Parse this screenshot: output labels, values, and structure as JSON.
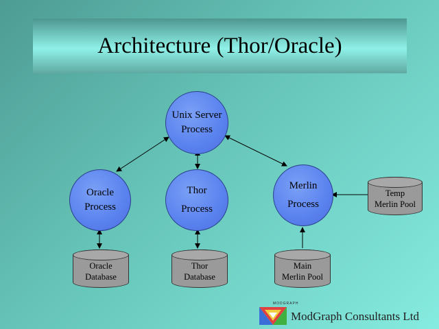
{
  "title": "Architecture (Thor/Oracle)",
  "nodes": {
    "unix": [
      "Unix Server",
      "Process"
    ],
    "oracle": [
      "Oracle",
      "Process"
    ],
    "thor": [
      "Thor",
      "Process"
    ],
    "merlin": [
      "Merlin",
      "Process"
    ]
  },
  "databases": {
    "oracle_db": [
      "Oracle",
      "Database"
    ],
    "thor_db": [
      "Thor",
      "Database"
    ],
    "main_pool": [
      "Main",
      "Merlin Pool"
    ],
    "temp_pool": [
      "Temp",
      "Merlin Pool"
    ]
  },
  "logo": {
    "small": "MODGRAPH",
    "text": "ModGraph Consultants Ltd"
  },
  "colors": {
    "process_fill": "#5a82ee",
    "database_fill": "#9a9a9a",
    "background": "#66c4b8"
  }
}
